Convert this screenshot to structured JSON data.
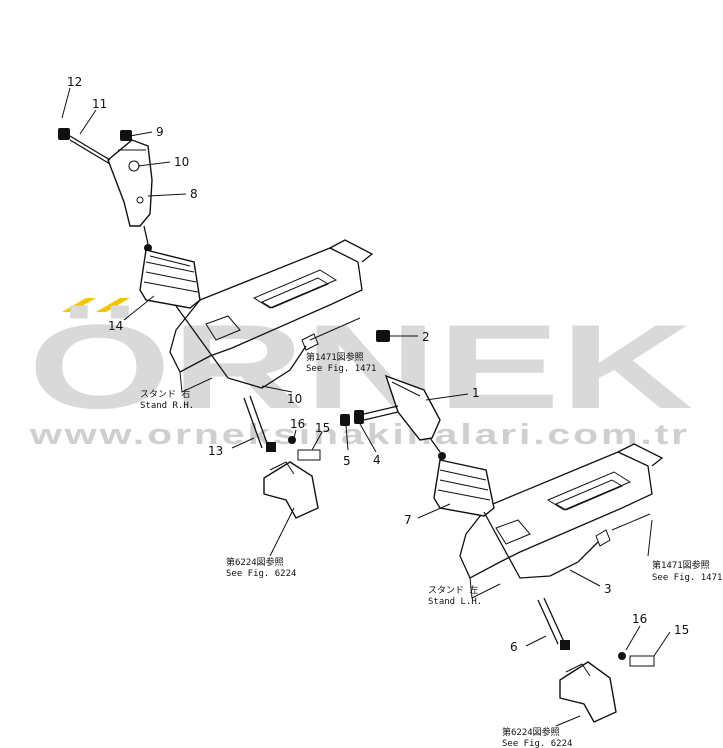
{
  "watermark": {
    "brand": "ÖRNEK",
    "url": "www.orneksinakinalari.com.tr",
    "accent_color": "#f5c400"
  },
  "labels": {
    "p1": "1",
    "p2": "2",
    "p3": "3",
    "p4": "4",
    "p5": "5",
    "p6": "6",
    "p7": "7",
    "p8": "8",
    "p9": "9",
    "p10a": "10",
    "p10b": "10",
    "p11": "11",
    "p12": "12",
    "p13": "13",
    "p14": "14",
    "p15a": "15",
    "p15b": "15",
    "p16a": "16",
    "p16b": "16"
  },
  "notes": {
    "stand_rh_jp": "スタンド 右",
    "stand_rh_en": "Stand R.H.",
    "stand_lh_jp": "スタンド 左",
    "stand_lh_en": "Stand L.H.",
    "ref1471_top_jp": "第1471図参照",
    "ref1471_top_en": "See Fig. 1471",
    "ref1471_right_jp": "第1471図参照",
    "ref1471_right_en": "See Fig. 1471",
    "ref6224_a_jp": "第6224図参照",
    "ref6224_a_en": "See Fig. 6224",
    "ref6224_b_jp": "第6224図参照",
    "ref6224_b_en": "See Fig. 6224"
  }
}
